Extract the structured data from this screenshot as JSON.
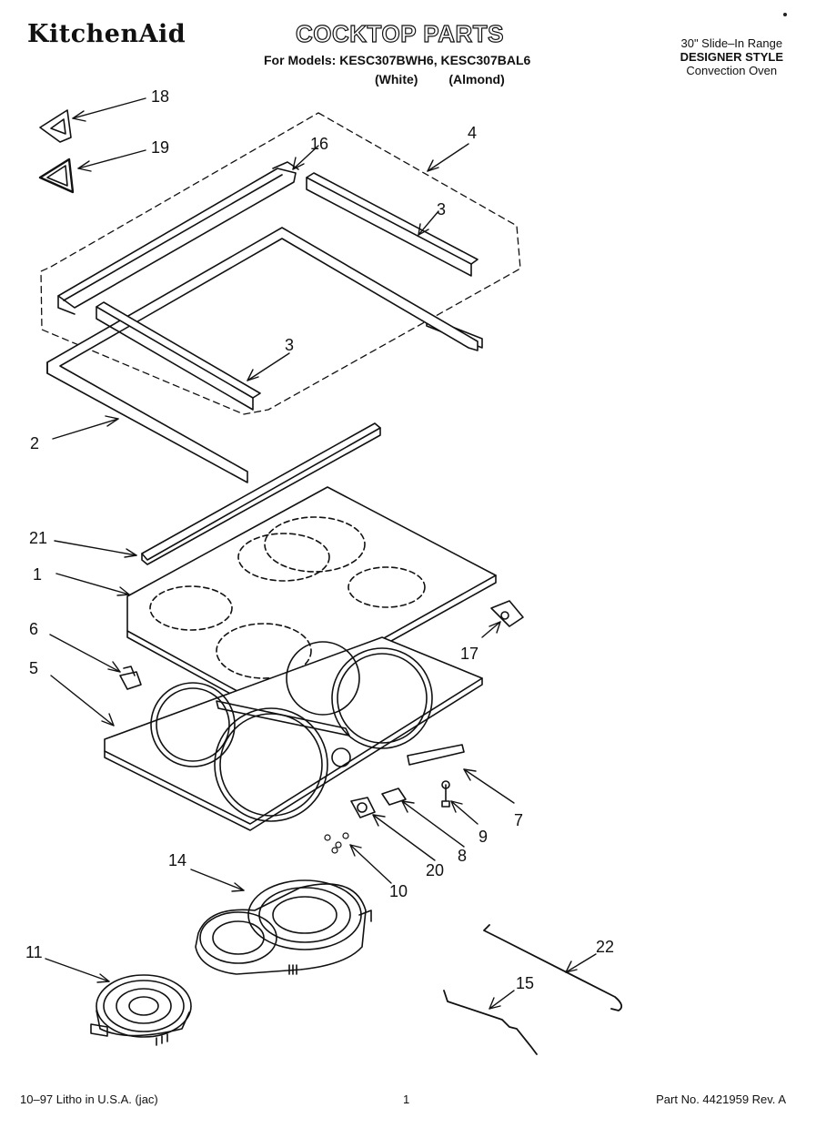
{
  "header": {
    "brand": "KitchenAid",
    "title": "COCKTOP PARTS",
    "models_line": "For Models: KESC307BWH6, KESC307BAL6",
    "variant_white": "(White)",
    "variant_almond": "(Almond)",
    "range_line1": "30\" Slide–In Range",
    "range_line2": "DESIGNER STYLE",
    "range_line3": "Convection Oven"
  },
  "callouts": [
    "18",
    "19",
    "16",
    "4",
    "3",
    "3",
    "2",
    "21",
    "1",
    "6",
    "17",
    "5",
    "7",
    "9",
    "8",
    "20",
    "10",
    "14",
    "22",
    "11",
    "15"
  ],
  "footer": {
    "left": "10–97 Litho in U.S.A. (jac)",
    "page": "1",
    "part_no": "Part No. 4421959 Rev. A"
  }
}
